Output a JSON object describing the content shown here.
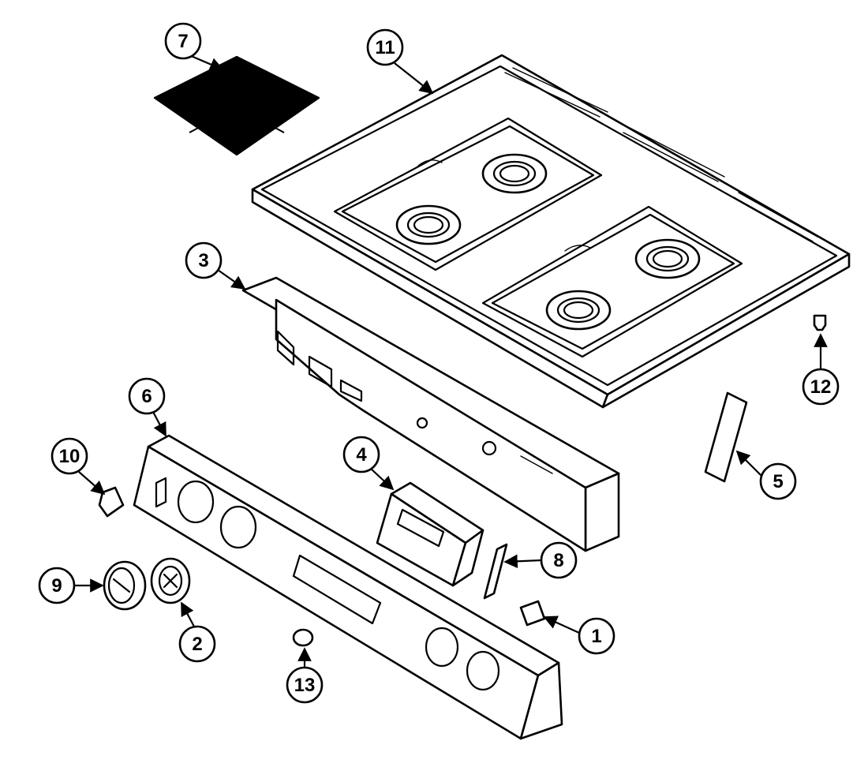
{
  "callouts": [
    {
      "label": "7"
    },
    {
      "label": "11"
    },
    {
      "label": "3"
    },
    {
      "label": "6"
    },
    {
      "label": "10"
    },
    {
      "label": "4"
    },
    {
      "label": "12"
    },
    {
      "label": "5"
    },
    {
      "label": "8"
    },
    {
      "label": "9"
    },
    {
      "label": "2"
    },
    {
      "label": "1"
    },
    {
      "label": "13"
    }
  ]
}
